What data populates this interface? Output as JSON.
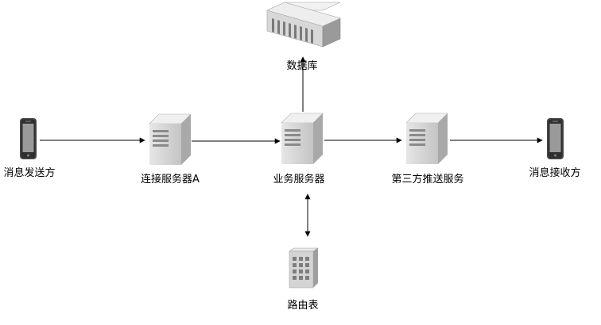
{
  "nodes": {
    "sender": {
      "label": "消息发送方",
      "icon": "mobile-phone-icon"
    },
    "conn": {
      "label": "连接服务器A",
      "icon": "server-icon"
    },
    "biz": {
      "label": "业务服务器",
      "icon": "server-icon"
    },
    "push": {
      "label": "第三方推送服务",
      "icon": "server-icon"
    },
    "receiver": {
      "label": "消息接收方",
      "icon": "mobile-phone-icon"
    },
    "db": {
      "label": "数据库",
      "icon": "database-icon"
    },
    "route": {
      "label": "路由表",
      "icon": "table-icon"
    }
  },
  "edges": [
    {
      "from": "sender",
      "to": "conn",
      "direction": "forward"
    },
    {
      "from": "conn",
      "to": "biz",
      "direction": "forward"
    },
    {
      "from": "biz",
      "to": "push",
      "direction": "forward"
    },
    {
      "from": "push",
      "to": "receiver",
      "direction": "forward"
    },
    {
      "from": "biz",
      "to": "db",
      "direction": "forward"
    },
    {
      "from": "biz",
      "to": "route",
      "direction": "both"
    }
  ],
  "colors": {
    "line": "#000000",
    "icon_light": "#f2f2f2",
    "icon_mid": "#d0d0d0",
    "icon_dark": "#6a6a6a"
  }
}
